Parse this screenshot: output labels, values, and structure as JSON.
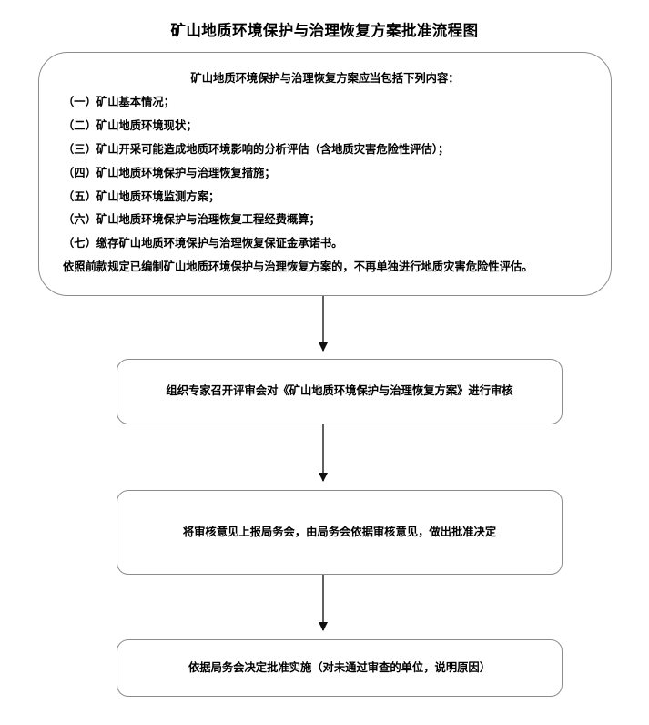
{
  "document": {
    "title": "矿山地质环境保护与治理恢复方案批准流程图"
  },
  "flowchart": {
    "type": "flowchart",
    "orientation": "top-to-bottom",
    "nodes": [
      {
        "id": "content-requirements",
        "shape": "rounded-rectangle",
        "heading": "矿山地质环境保护与治理恢复方案应当包括下列内容：",
        "items": [
          "（一）矿山基本情况；",
          "（二）矿山地质环境现状；",
          "（三）矿山开采可能造成地质环境影响的分析评估（含地质灾害危险性评估）；",
          "（四）矿山地质环境保护与治理恢复措施；",
          "（五）矿山地质环境监测方案；",
          "（六）矿山地质环境保护与治理恢复工程经费概算；",
          "（七）缴存矿山地质环境保护与治理恢复保证金承诺书。"
        ],
        "footnote": "依照前款规定已编制矿山地质环境保护与治理恢复方案的，不再单独进行地质灾害危险性评估。"
      },
      {
        "id": "expert-review",
        "shape": "rounded-rectangle",
        "label": "组织专家召开评审会对《矿山地质环境保护与治理恢复方案》进行审核"
      },
      {
        "id": "report-decision",
        "shape": "rounded-rectangle",
        "label": "将审核意见上报局务会，由局务会依据审核意见，做出批准决定"
      },
      {
        "id": "approve-implement",
        "shape": "rounded-rectangle",
        "label": "依据局务会决定批准实施（对未通过审查的单位，说明原因）"
      }
    ],
    "edges": [
      {
        "from": "content-requirements",
        "to": "expert-review",
        "arrow": "down"
      },
      {
        "from": "expert-review",
        "to": "report-decision",
        "arrow": "down"
      },
      {
        "from": "report-decision",
        "to": "approve-implement",
        "arrow": "down"
      }
    ],
    "colors": {
      "page_background": "#ffffff",
      "node_border": "#8c8c8c",
      "node_fill": "#ffffff",
      "text": "#000000",
      "connector_line": "#606060",
      "arrow_head": "#101010"
    }
  }
}
